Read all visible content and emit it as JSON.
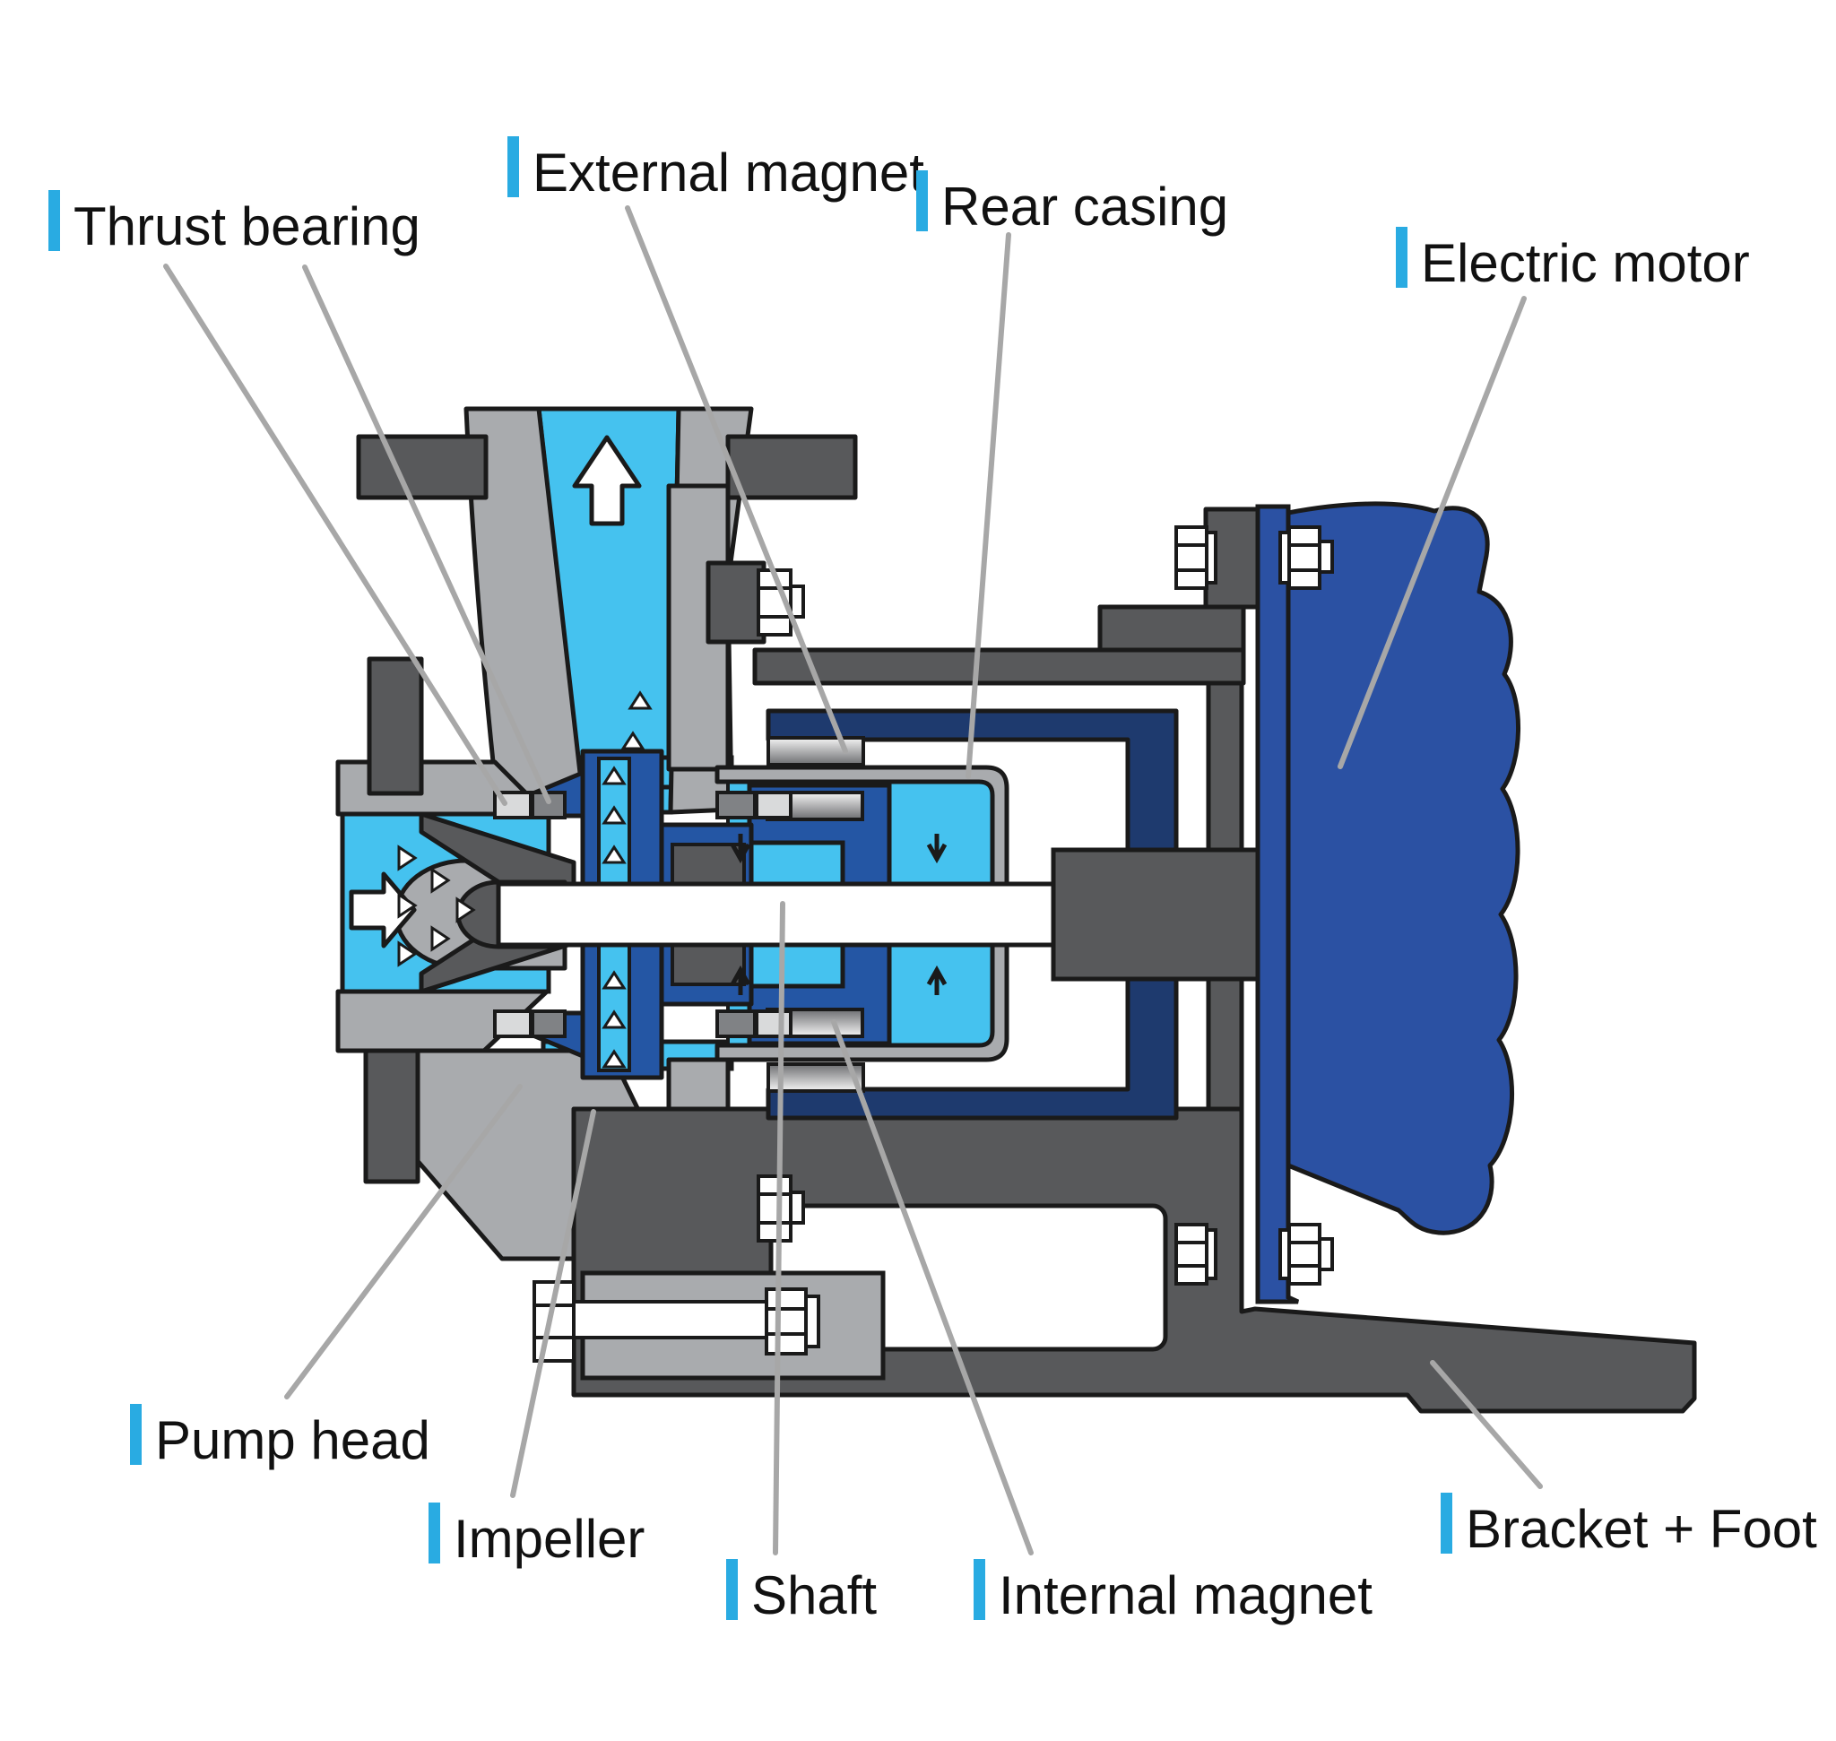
{
  "diagram": {
    "labels": {
      "thrust_bearing": "Thrust bearing",
      "external_magnet": "External magnet",
      "rear_casing": "Rear casing",
      "electric_motor": "Electric motor",
      "pump_head": "Pump head",
      "impeller": "Impeller",
      "shaft": "Shaft",
      "internal_magnet": "Internal magnet",
      "bracket_foot": "Bracket + Foot"
    },
    "icons": {
      "flow_out": "arrow-up-icon",
      "flow_in": "arrow-right-icon"
    },
    "colors": {
      "label_accent_bar": "#29ABE2",
      "fluid_cyan": "#45C2EF",
      "impeller_blue": "#2456A4",
      "external_rotor_navy": "#1E3A6E",
      "motor_blue": "#2B51A3",
      "casing_light_gray": "#A9ABAE",
      "metal_dark_gray": "#58595B",
      "leader_line_gray": "#A7A7A7",
      "outline_black": "#1A1A1A"
    }
  }
}
